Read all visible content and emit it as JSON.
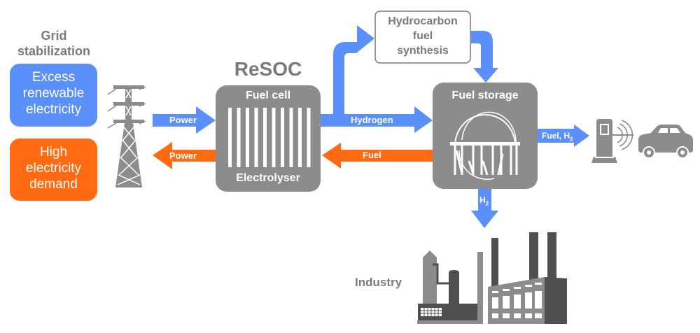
{
  "colors": {
    "blue": "#5b8ff9",
    "orange": "#ff6a13",
    "gray": "#8c8c8c",
    "dark_gray": "#4f4f4f",
    "text_gray": "#7a7a7a"
  },
  "grid": {
    "title_line1": "Grid",
    "title_line2": "stabilization",
    "excess": [
      "Excess",
      "renewable",
      "electricity"
    ],
    "demand": [
      "High",
      "electricity",
      "demand"
    ]
  },
  "resoc": {
    "title": "ReSOC",
    "top_label": "Fuel cell",
    "bottom_label": "Electrolyser"
  },
  "arrows": {
    "power_in": "Power",
    "power_out": "Power",
    "hydrogen": "Hydrogen",
    "fuel": "Fuel",
    "fuel_h2": "Fuel, H",
    "h2": "H",
    "subscript": "2"
  },
  "synthesis": [
    "Hydrocarbon",
    "fuel",
    "synthesis"
  ],
  "storage": {
    "title": "Fuel storage"
  },
  "industry": {
    "label": "Industry"
  },
  "icons": [
    "power-tower-icon",
    "storage-tank-icon",
    "fuel-pump-icon",
    "car-icon",
    "factory-icon"
  ]
}
